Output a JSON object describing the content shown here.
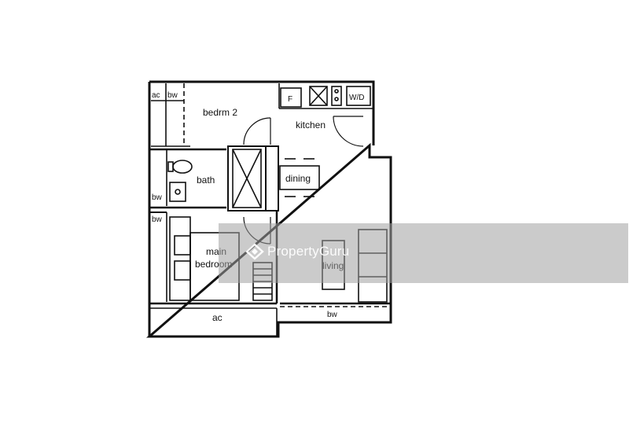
{
  "rooms": {
    "bedroom2": "bedrm 2",
    "kitchen": "kitchen",
    "bath": "bath",
    "dining": "dining",
    "main_bedroom_line1": "main",
    "main_bedroom_line2": "bedroom",
    "living": "living"
  },
  "fixtures": {
    "ac_top": "ac",
    "bw_top": "bw",
    "fridge": "F",
    "washer_dryer": "W/D",
    "bw_bath": "bw",
    "bw_main": "bw",
    "ac_bottom": "ac",
    "bw_bottom": "bw"
  },
  "watermark": {
    "brand": "PropertyGuru",
    "logo_icon": "propertyguru-logo-icon"
  }
}
